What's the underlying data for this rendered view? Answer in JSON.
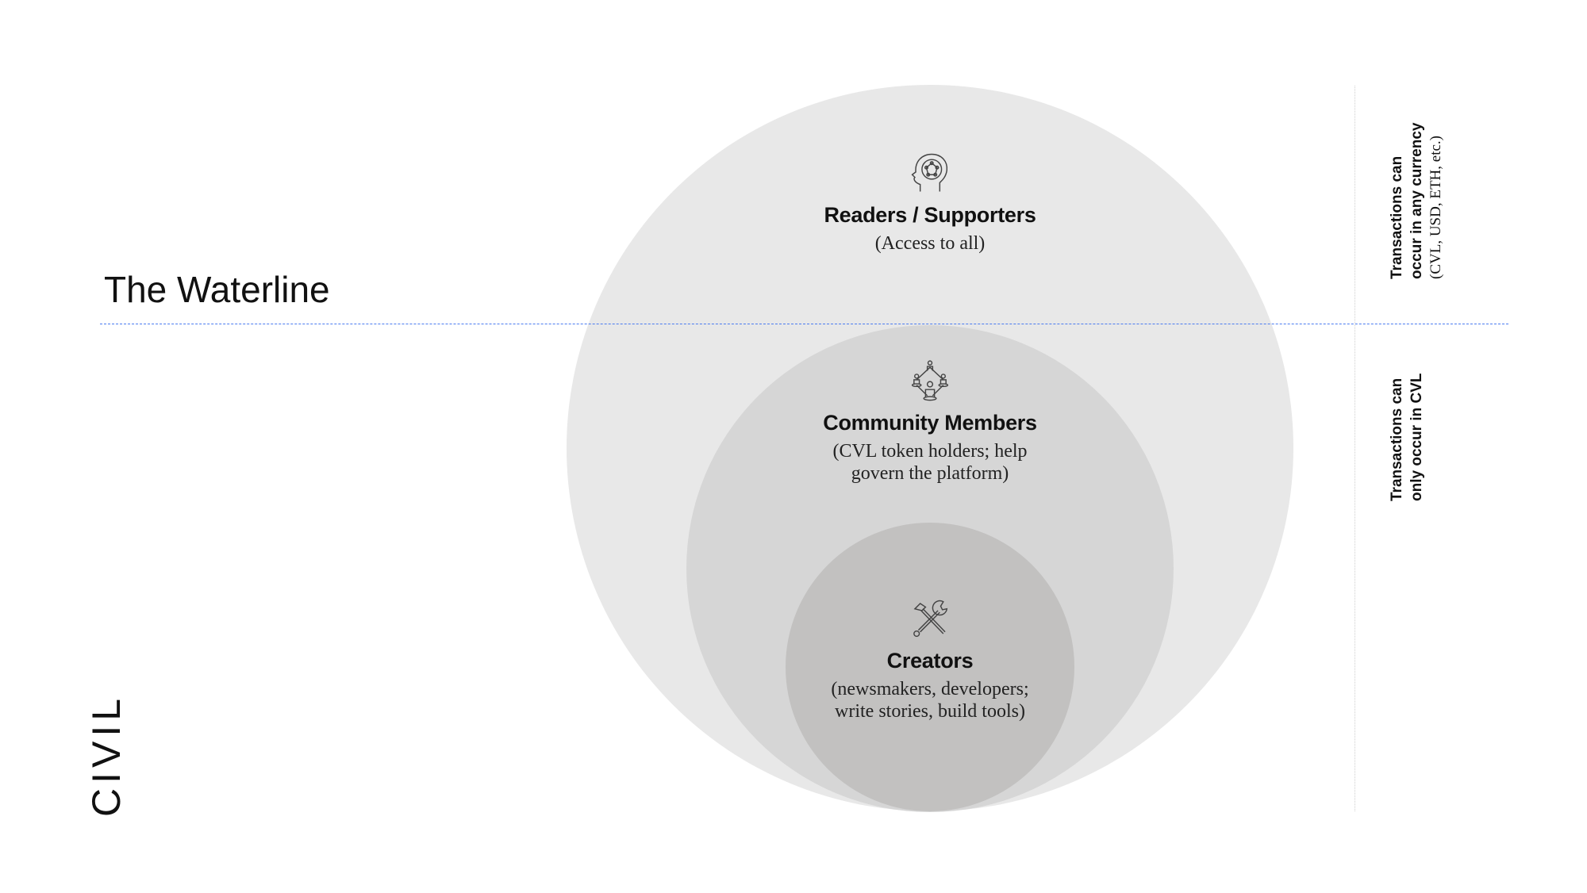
{
  "left": {
    "waterline_title": "The Waterline",
    "logo": "CIVIL"
  },
  "circles": [
    {
      "title": "Readers / Supporters",
      "subtitle": [
        "(Access to all)"
      ],
      "icon": "head-network-icon",
      "color": "#e8e8e8"
    },
    {
      "title": "Community Members",
      "subtitle": [
        "(CVL token holders; help",
        "govern the platform)"
      ],
      "icon": "people-network-icon",
      "color": "#d6d6d6"
    },
    {
      "title": "Creators",
      "subtitle": [
        "(newsmakers, developers;",
        "write stories, build tools)"
      ],
      "icon": "tools-icon",
      "color": "#c2c1c0"
    }
  ],
  "side_notes": {
    "above": {
      "line1": "Transactions can",
      "line2": "occur in any currency",
      "line3": "(CVL, USD, ETH, etc.)"
    },
    "below": {
      "line1": "Transactions can",
      "line2": "only occur in CVL"
    }
  },
  "colors": {
    "waterline": "#4a7bf0"
  }
}
